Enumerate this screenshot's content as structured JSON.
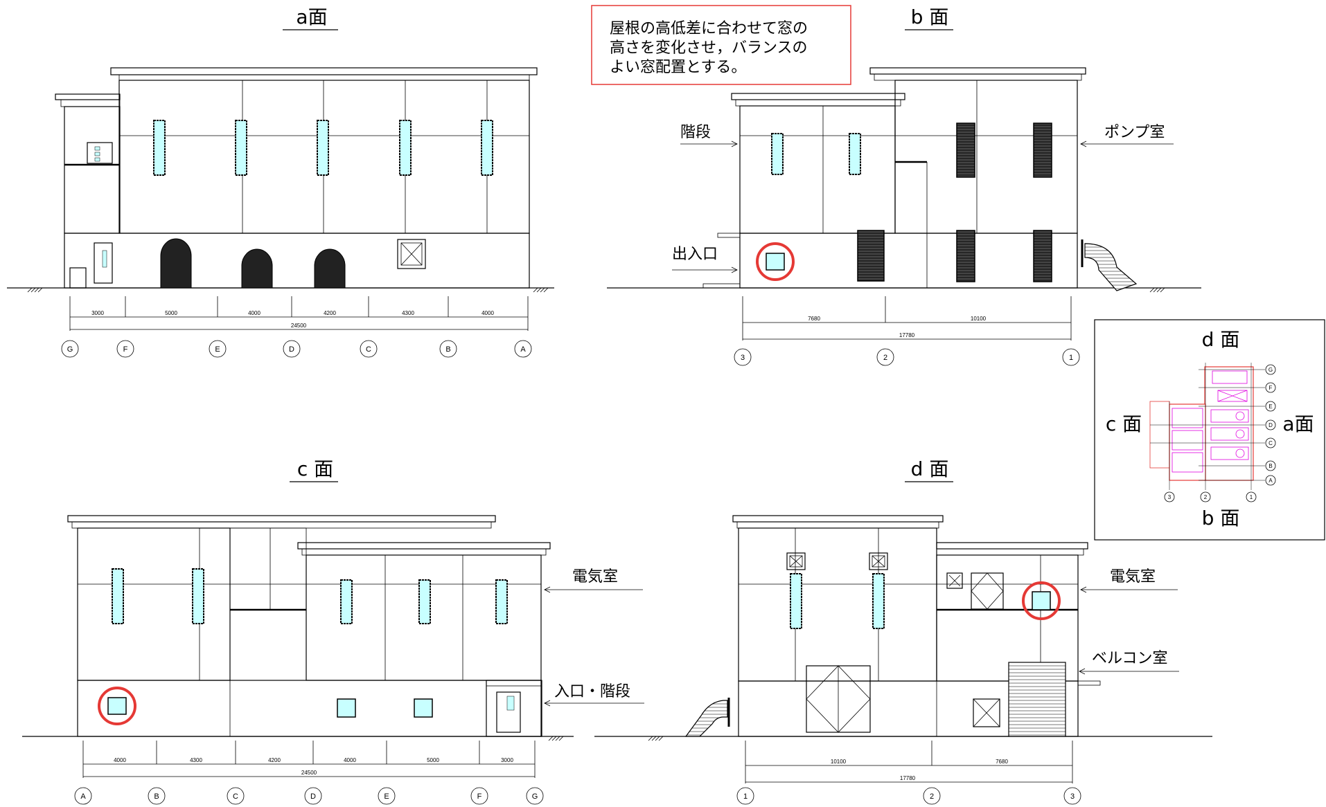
{
  "elevations": {
    "a": {
      "title": "a面",
      "dims": [
        "3000",
        "5000",
        "4000",
        "4200",
        "4300",
        "4000"
      ],
      "total": "24500",
      "grid": [
        "G",
        "F",
        "E",
        "D",
        "C",
        "B",
        "A"
      ]
    },
    "b": {
      "title": "b 面",
      "labels": {
        "stair": "階段",
        "pump": "ポンプ室",
        "entrance": "出入口"
      },
      "dims": [
        "7680",
        "10100"
      ],
      "total": "17780",
      "grid": [
        "3",
        "2",
        "1"
      ]
    },
    "c": {
      "title": "c 面",
      "labels": {
        "electric": "電気室",
        "entrance_stair": "入口・階段"
      },
      "dims": [
        "4000",
        "4300",
        "4200",
        "4000",
        "5000",
        "3000"
      ],
      "total": "24500",
      "grid": [
        "A",
        "B",
        "C",
        "D",
        "E",
        "F",
        "G"
      ]
    },
    "d": {
      "title": "d 面",
      "labels": {
        "electric": "電気室",
        "bellcon": "ベルコン室"
      },
      "dims": [
        "10100",
        "7680"
      ],
      "total": "17780",
      "grid": [
        "1",
        "2",
        "3"
      ]
    }
  },
  "note": {
    "lines": [
      "屋根の高低差に合わせて窓の",
      "高さを変化させ，バランスの",
      "よい窓配置とする。"
    ],
    "border_color": "#e53935"
  },
  "keyplan": {
    "top": "d 面",
    "left": "c 面",
    "right": "a面",
    "bottom": "b 面",
    "grid_rows": [
      "G",
      "F",
      "E",
      "D",
      "C",
      "B",
      "A"
    ],
    "grid_cols": [
      "3",
      "2",
      "1"
    ],
    "accent": "#e000e0"
  },
  "colors": {
    "window": "#c8ffff",
    "highlight": "#e53935",
    "dark": "#222222"
  }
}
